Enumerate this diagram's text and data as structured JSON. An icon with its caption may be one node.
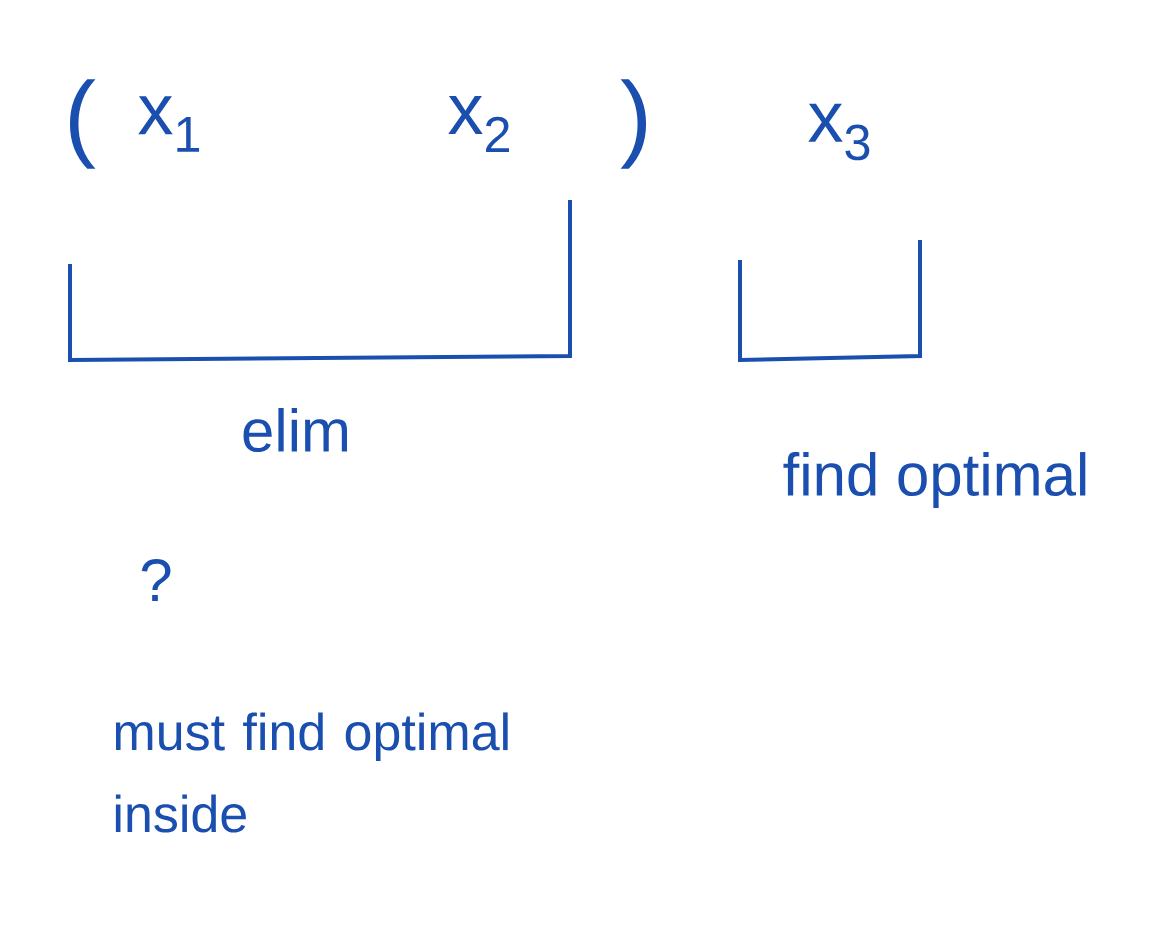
{
  "diagram": {
    "labels": [
      "(",
      "x$_{1}$",
      "x$_{2}$",
      ")",
      "x$_{3}$",
      "elim",
      "find optimal",
      "?",
      "must find optimal inside"
    ]
  }
}
